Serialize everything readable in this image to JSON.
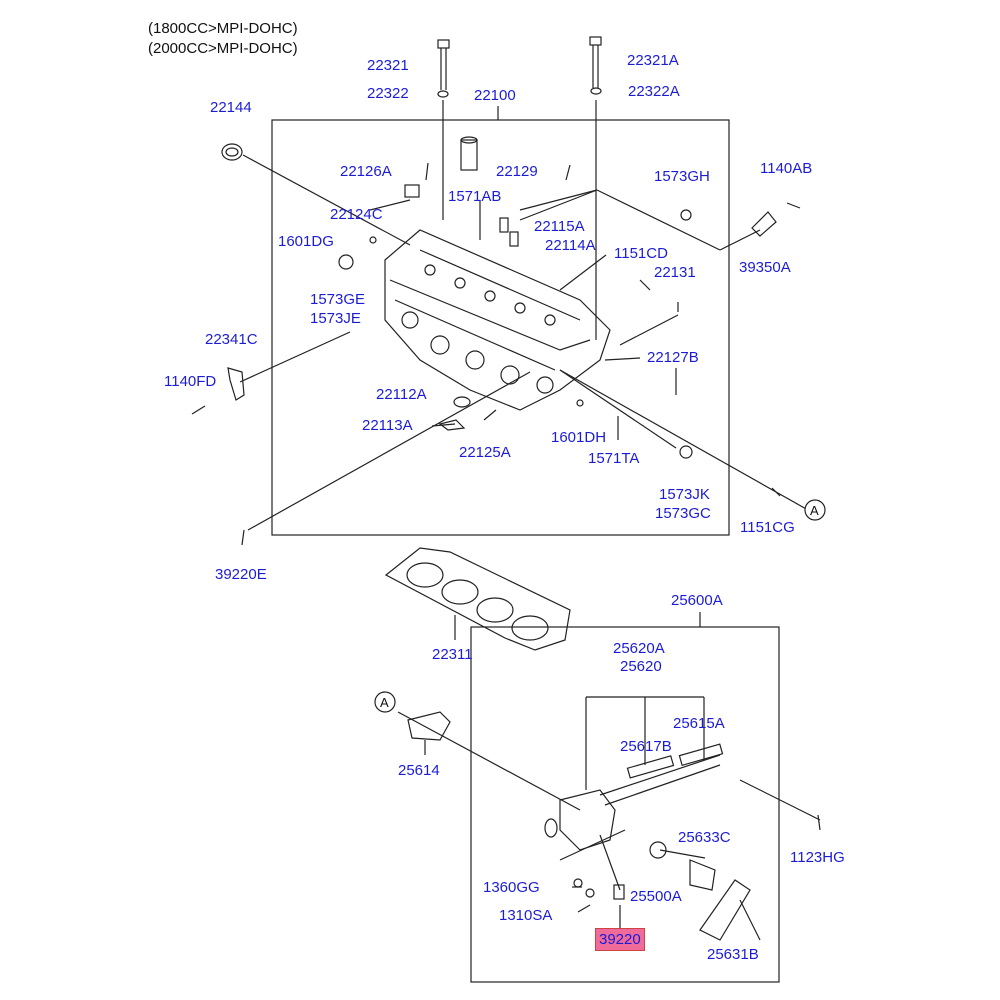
{
  "header": {
    "line1": "(1800CC>MPI-DOHC)",
    "line2": "(2000CC>MPI-DOHC)"
  },
  "colors": {
    "label": "#1c1cd6",
    "highlight": "#f06a9a",
    "line": "#222222"
  },
  "callouts": {
    "a": "A"
  },
  "parts": {
    "p22321": "22321",
    "p22322": "22322",
    "p22321A": "22321A",
    "p22322A": "22322A",
    "p22100": "22100",
    "p22144": "22144",
    "p22126A": "22126A",
    "p22129": "22129",
    "p1573GH": "1573GH",
    "p1140AB": "1140AB",
    "p22124C": "22124C",
    "p1571AB": "1571AB",
    "p22115A": "22115A",
    "p22114A": "22114A",
    "p1601DG": "1601DG",
    "p1151CD": "1151CD",
    "p39350A": "39350A",
    "p22131": "22131",
    "p1573GE": "1573GE",
    "p1573JE": "1573JE",
    "p22341C": "22341C",
    "p22127B": "22127B",
    "p1140FD": "1140FD",
    "p22112A": "22112A",
    "p22113A": "22113A",
    "p1601DH": "1601DH",
    "p22125A": "22125A",
    "p1571TA": "1571TA",
    "p1573JK": "1573JK",
    "p1573GC": "1573GC",
    "p1151CG": "1151CG",
    "p39220E": "39220E",
    "p22311": "22311",
    "p25600A": "25600A",
    "p25620A": "25620A",
    "p25620": "25620",
    "p25615A": "25615A",
    "p25617B": "25617B",
    "p25614": "25614",
    "p1123HG": "1123HG",
    "p25633C": "25633C",
    "p1360GG": "1360GG",
    "p25500A": "25500A",
    "p1310SA": "1310SA",
    "p39220": "39220",
    "p25631B": "25631B"
  }
}
